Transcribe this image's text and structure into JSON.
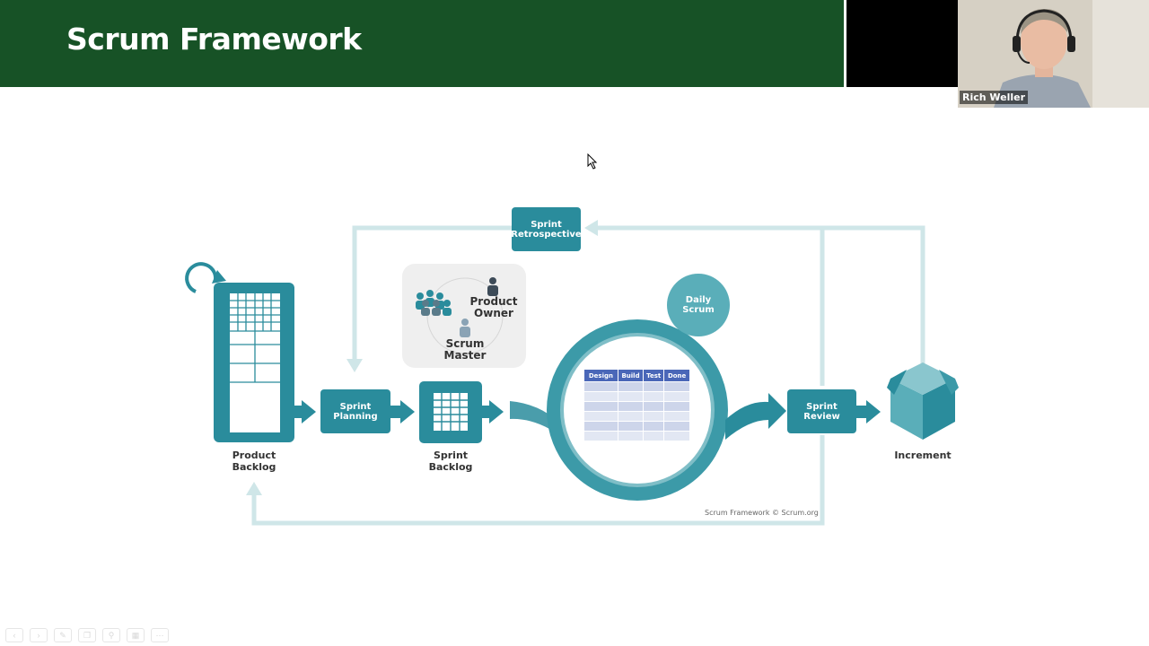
{
  "slide": {
    "title": "Scrum Framework"
  },
  "participant": {
    "name": "Rich Weller"
  },
  "diagram": {
    "product_backlog": "Product\nBacklog",
    "sprint_planning": "Sprint\nPlanning",
    "sprint_backlog": "Sprint\nBacklog",
    "sprint_retrospective": "Sprint\nRetrospective",
    "daily_scrum": "Daily\nScrum",
    "sprint_review": "Sprint\nReview",
    "increment": "Increment",
    "product_owner": "Product\nOwner",
    "scrum_master": "Scrum\nMaster",
    "table_headers": [
      "Design",
      "Build",
      "Test",
      "Done"
    ],
    "copyright": "Scrum Framework © Scrum.org",
    "colors": {
      "teal": "#2a8c9c",
      "teal_light": "#cfe6e8",
      "header_green": "#175226"
    }
  },
  "toolbar": {
    "icons": [
      "prev-icon",
      "next-icon",
      "pen-icon",
      "copy-icon",
      "zoom-icon",
      "grid-icon",
      "more-icon"
    ]
  }
}
